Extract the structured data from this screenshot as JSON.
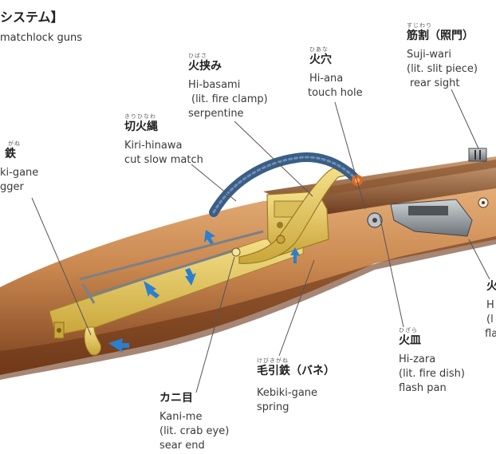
{
  "header": {
    "title": "システム】",
    "subtitle": "matchlock guns"
  },
  "labels": {
    "trigger": {
      "jp": "鉄",
      "furi": "がね",
      "romaji": "ki-gane",
      "en": "gger"
    },
    "kirihinawa": {
      "furi": "きりひなわ",
      "jp": "切火縄",
      "romaji": "Kiri-hinawa",
      "en": "cut slow match"
    },
    "hibasami": {
      "furi": "ひばさ",
      "jp": "火挟み",
      "romaji": "Hi-basami",
      "lit": "(lit. fire clamp)",
      "en": "serpentine"
    },
    "hiana": {
      "furi": "ひあな",
      "jp": "火穴",
      "romaji": "Hi-ana",
      "en": "touch hole"
    },
    "sujiwari": {
      "furi": "すじわり",
      "jp": "筋割（照門）",
      "romaji": "Suji-wari",
      "lit": "(lit. slit piece)",
      "en": "rear sight"
    },
    "hizara": {
      "furi": "ひざら",
      "jp": "火皿",
      "romaji": "Hi-zara",
      "lit": "(lit. fire dish)",
      "en": "flash pan"
    },
    "kebikigane": {
      "furi": "けびきがね",
      "jp": "毛引鉄（バネ）",
      "romaji": "Kebiki-gane",
      "en": "spring"
    },
    "kanime": {
      "jp": "カニ目",
      "romaji": "Kani-me",
      "lit": "(lit. crab eye)",
      "en": "sear end"
    },
    "right_cut": {
      "jp": "火",
      "l1": "H",
      "l2": "(l",
      "l3": "fla"
    }
  },
  "colors": {
    "stock_light": "#d9a06a",
    "stock_dark": "#7a3f1c",
    "brass": "#e8cd5a",
    "brass_dark": "#b7962b",
    "steel": "#8f959a",
    "match_cord": "#3a5e86",
    "arrow_blue": "#2a7fd0",
    "leader": "#555555"
  }
}
